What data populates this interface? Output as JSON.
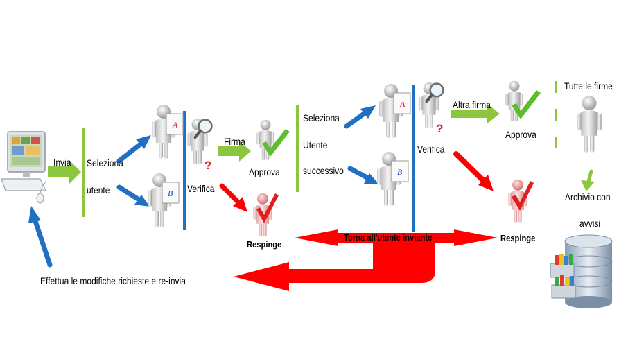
{
  "labels": {
    "invia": "Invia",
    "seleziona_1": "Seleziona",
    "utente_1": "utente",
    "verifica_1": "Verifica",
    "firma": "Firma",
    "approva_1": "Approva",
    "respinge_1": "Respinge",
    "seleziona_2": "Seleziona",
    "utente_2": "Utente",
    "successivo": "successivo",
    "verifica_2": "Verifica",
    "altra_firma": "Altra firma",
    "approva_2": "Approva",
    "tutte_le_firme": "Tutte le firme",
    "archivio_con": "Archivio con",
    "avvisi": "avvisi",
    "respinge_2": "Respinge",
    "torna": "Torna all'utente inviante",
    "effettua": "Effettua le modifiche richieste e re-invia"
  },
  "doc_letters": {
    "a": "A",
    "b": "B"
  },
  "colors": {
    "green": "#8cc63e",
    "blue": "#1f6fc5",
    "red": "#ff0000",
    "check": "#5cbf2a"
  }
}
